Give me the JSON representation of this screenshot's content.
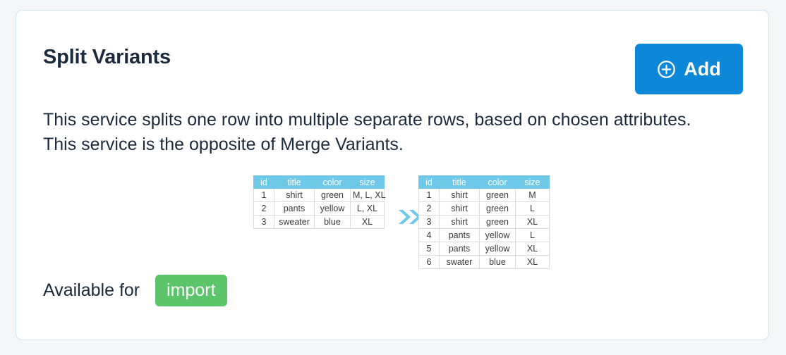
{
  "card": {
    "title": "Split Variants",
    "description": "This service splits one row into multiple separate rows, based on chosen attributes. This service is the opposite of Merge Variants.",
    "add_button": {
      "label": "Add",
      "icon": "circle-plus-icon",
      "color": "#0d87d8"
    }
  },
  "diagram": {
    "arrow_icon": "double-chevron-right-icon",
    "arrow_color": "#6ec9e8",
    "header_color": "#6ec9e8",
    "input_table": {
      "columns": [
        "id",
        "title",
        "color",
        "size"
      ],
      "rows": [
        [
          "1",
          "shirt",
          "green",
          "M, L, XL"
        ],
        [
          "2",
          "pants",
          "yellow",
          "L, XL"
        ],
        [
          "3",
          "sweater",
          "blue",
          "XL"
        ]
      ]
    },
    "output_table": {
      "columns": [
        "id",
        "title",
        "color",
        "size"
      ],
      "rows": [
        [
          "1",
          "shirt",
          "green",
          "M"
        ],
        [
          "2",
          "shirt",
          "green",
          "L"
        ],
        [
          "3",
          "shirt",
          "green",
          "XL"
        ],
        [
          "4",
          "pants",
          "yellow",
          "L"
        ],
        [
          "5",
          "pants",
          "yellow",
          "XL"
        ],
        [
          "6",
          "swater",
          "blue",
          "XL"
        ]
      ]
    }
  },
  "availability": {
    "label": "Available for",
    "badge": "import",
    "badge_color": "#5cc46a"
  }
}
